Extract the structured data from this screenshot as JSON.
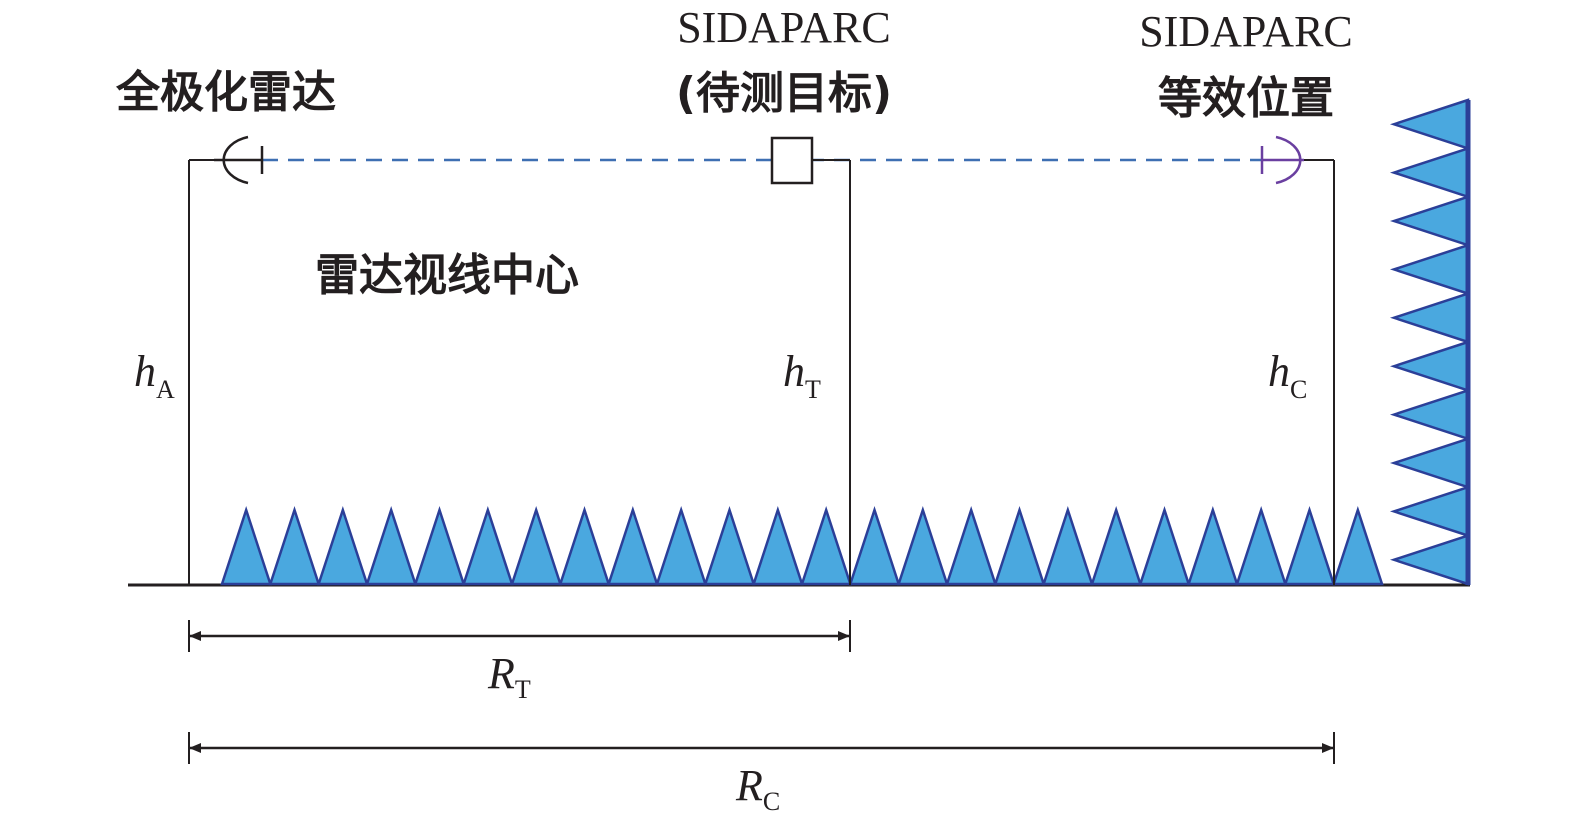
{
  "labels": {
    "radar": "全极化雷达",
    "target_line1": "SIDAPARC",
    "target_line2": "(待测目标)",
    "equiv_line1": "SIDAPARC",
    "equiv_line2": "等效位置",
    "los_center": "雷达视线中心"
  },
  "heights": {
    "h": "h",
    "a_sub": "A",
    "t_sub": "T",
    "c_sub": "C"
  },
  "distances": {
    "r": "R",
    "t_sub": "T",
    "c_sub": "C"
  },
  "floor_absorber_count": 24,
  "wall_absorber_count": 10,
  "colors": {
    "absorber_fill": "#4aa8df",
    "absorber_stroke": "#2b3f98",
    "line_of_sight": "#3e6fb2",
    "equiv_antenna": "#6a3fa0",
    "ink": "#231f20"
  }
}
